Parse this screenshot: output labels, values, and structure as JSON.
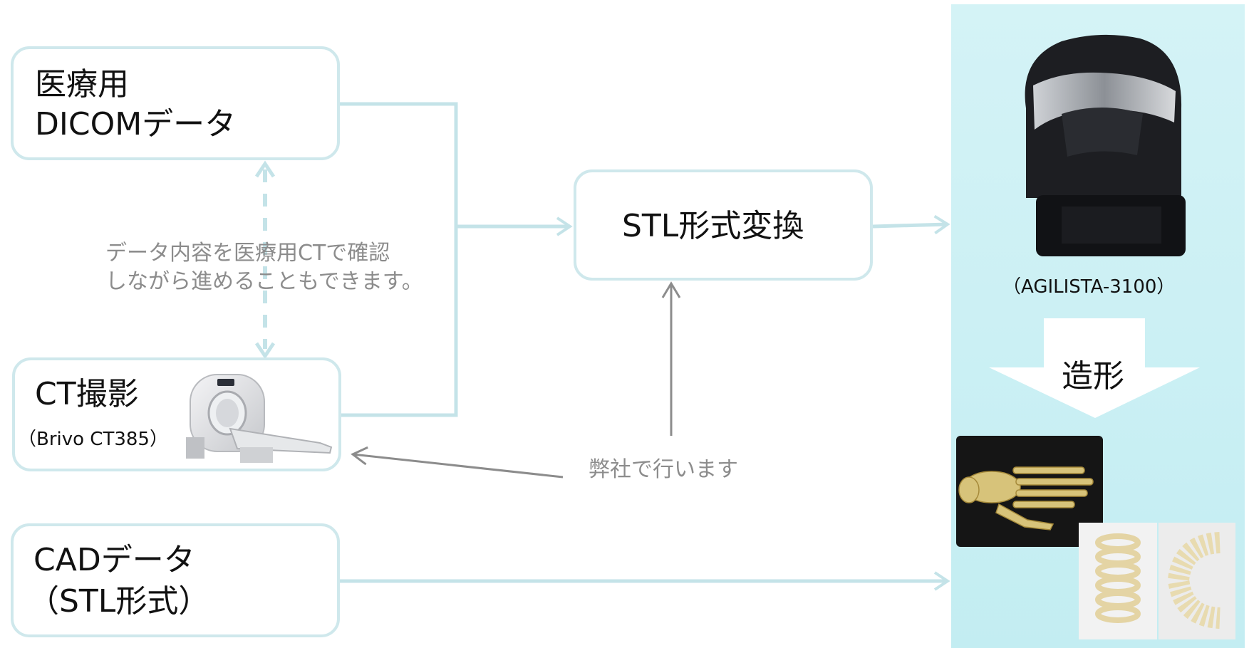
{
  "nodes": {
    "dicom": {
      "line1": "医療用",
      "line2": "DICOMデータ"
    },
    "ct": {
      "title": "CT撮影",
      "model": "（Brivo CT385）"
    },
    "cad": {
      "line1": "CADデータ",
      "line2": "（STL形式）"
    },
    "stl": {
      "label": "STL形式変換"
    }
  },
  "notes": {
    "verify_line1": "データ内容を医療用CTで確認",
    "verify_line2": "しながら進めることもできます。",
    "company": "弊社で行います"
  },
  "printer": {
    "model": "（AGILISTA-3100）"
  },
  "fabrication": {
    "label": "造形"
  },
  "colors": {
    "box_border": "#cfe8ec",
    "line": "#c4e3e8",
    "panel": "#cdf1f5",
    "note_text": "#8c8c8c"
  }
}
